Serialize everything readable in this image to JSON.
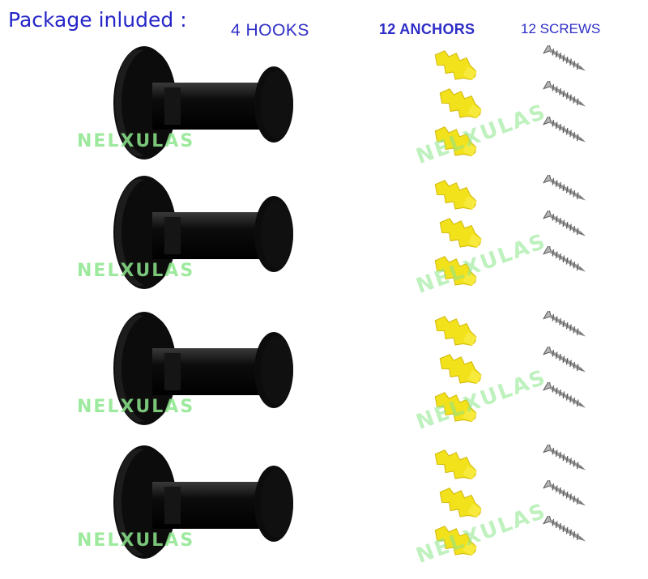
{
  "heading": "Package inluded :",
  "columns": {
    "hooks": "4  HOOKS",
    "anchors": "12 ANCHORS",
    "screws": "12 SCREWS"
  },
  "watermark": "NELXULAS",
  "colors": {
    "heading": "#2626c9",
    "hook": "#0c0c0c",
    "anchor": "#f2e21c",
    "screw": "#9a9a9a",
    "watermark": "#8ce68c"
  },
  "rows": [
    {
      "hooks": 1,
      "anchors": 3,
      "screws": 3
    },
    {
      "hooks": 1,
      "anchors": 3,
      "screws": 3
    },
    {
      "hooks": 1,
      "anchors": 3,
      "screws": 3
    },
    {
      "hooks": 1,
      "anchors": 3,
      "screws": 3
    }
  ]
}
